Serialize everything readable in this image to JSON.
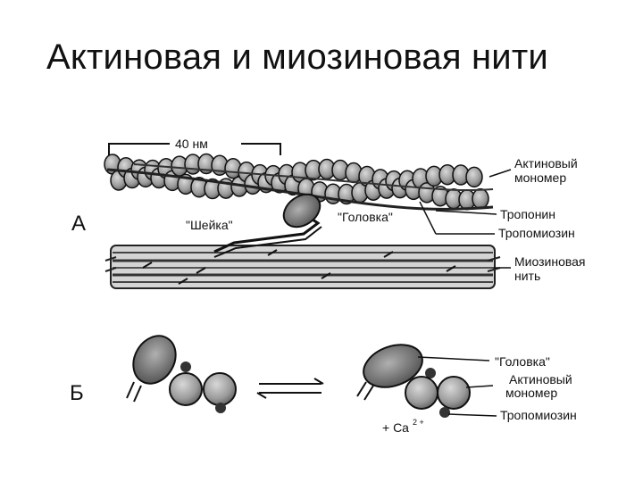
{
  "title": "Актиновая и миозиновая нити",
  "panel_a": {
    "letter": "А",
    "scale": "40 нм",
    "neck": "\"Шейка\"",
    "head": "\"Головка\"",
    "labels": {
      "actin_monomer_1": "Актиновый",
      "actin_monomer_2": "мономер",
      "troponin": "Тропонин",
      "tropomyosin": "Тропомиозин",
      "myosin_1": "Миозиновая",
      "myosin_2": "нить"
    }
  },
  "panel_b": {
    "letter": "Б",
    "calcium": "+ Ca",
    "calcium_sup": "2 +",
    "labels": {
      "head": "\"Головка\"",
      "actin_monomer_1": "Актиновый",
      "actin_monomer_2": "мономер",
      "tropomyosin": "Тропомиозин"
    }
  }
}
